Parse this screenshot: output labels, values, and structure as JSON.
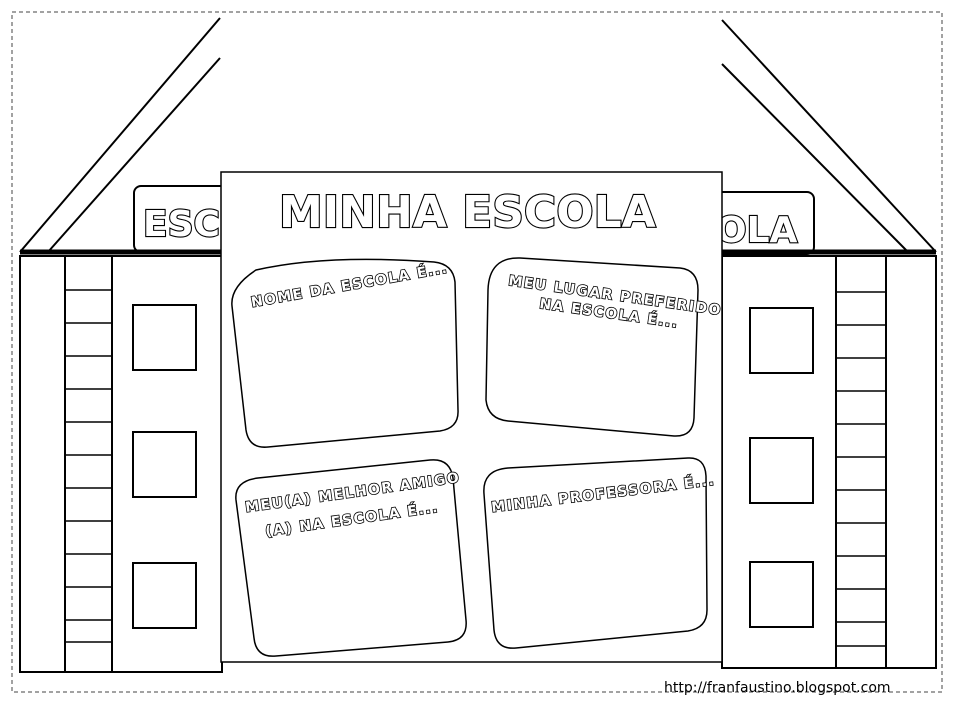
{
  "title": "MINHA ESCOLA",
  "sign_left": "ESCO",
  "sign_right": "OLA",
  "boxes": [
    {
      "line1": "NOME DA ESCOLA É...",
      "line2": ""
    },
    {
      "line1": "MEU LUGAR PREFERIDO",
      "line2": "NA ESCOLA É..."
    },
    {
      "line1": "MEU(A) MELHOR AMIGO",
      "line2": "(A) NA  ESCOLA É..."
    },
    {
      "line1": "MINHA PROFESSORA É...",
      "line2": ""
    }
  ],
  "credit": "http://franfaustino.blogspot.com"
}
